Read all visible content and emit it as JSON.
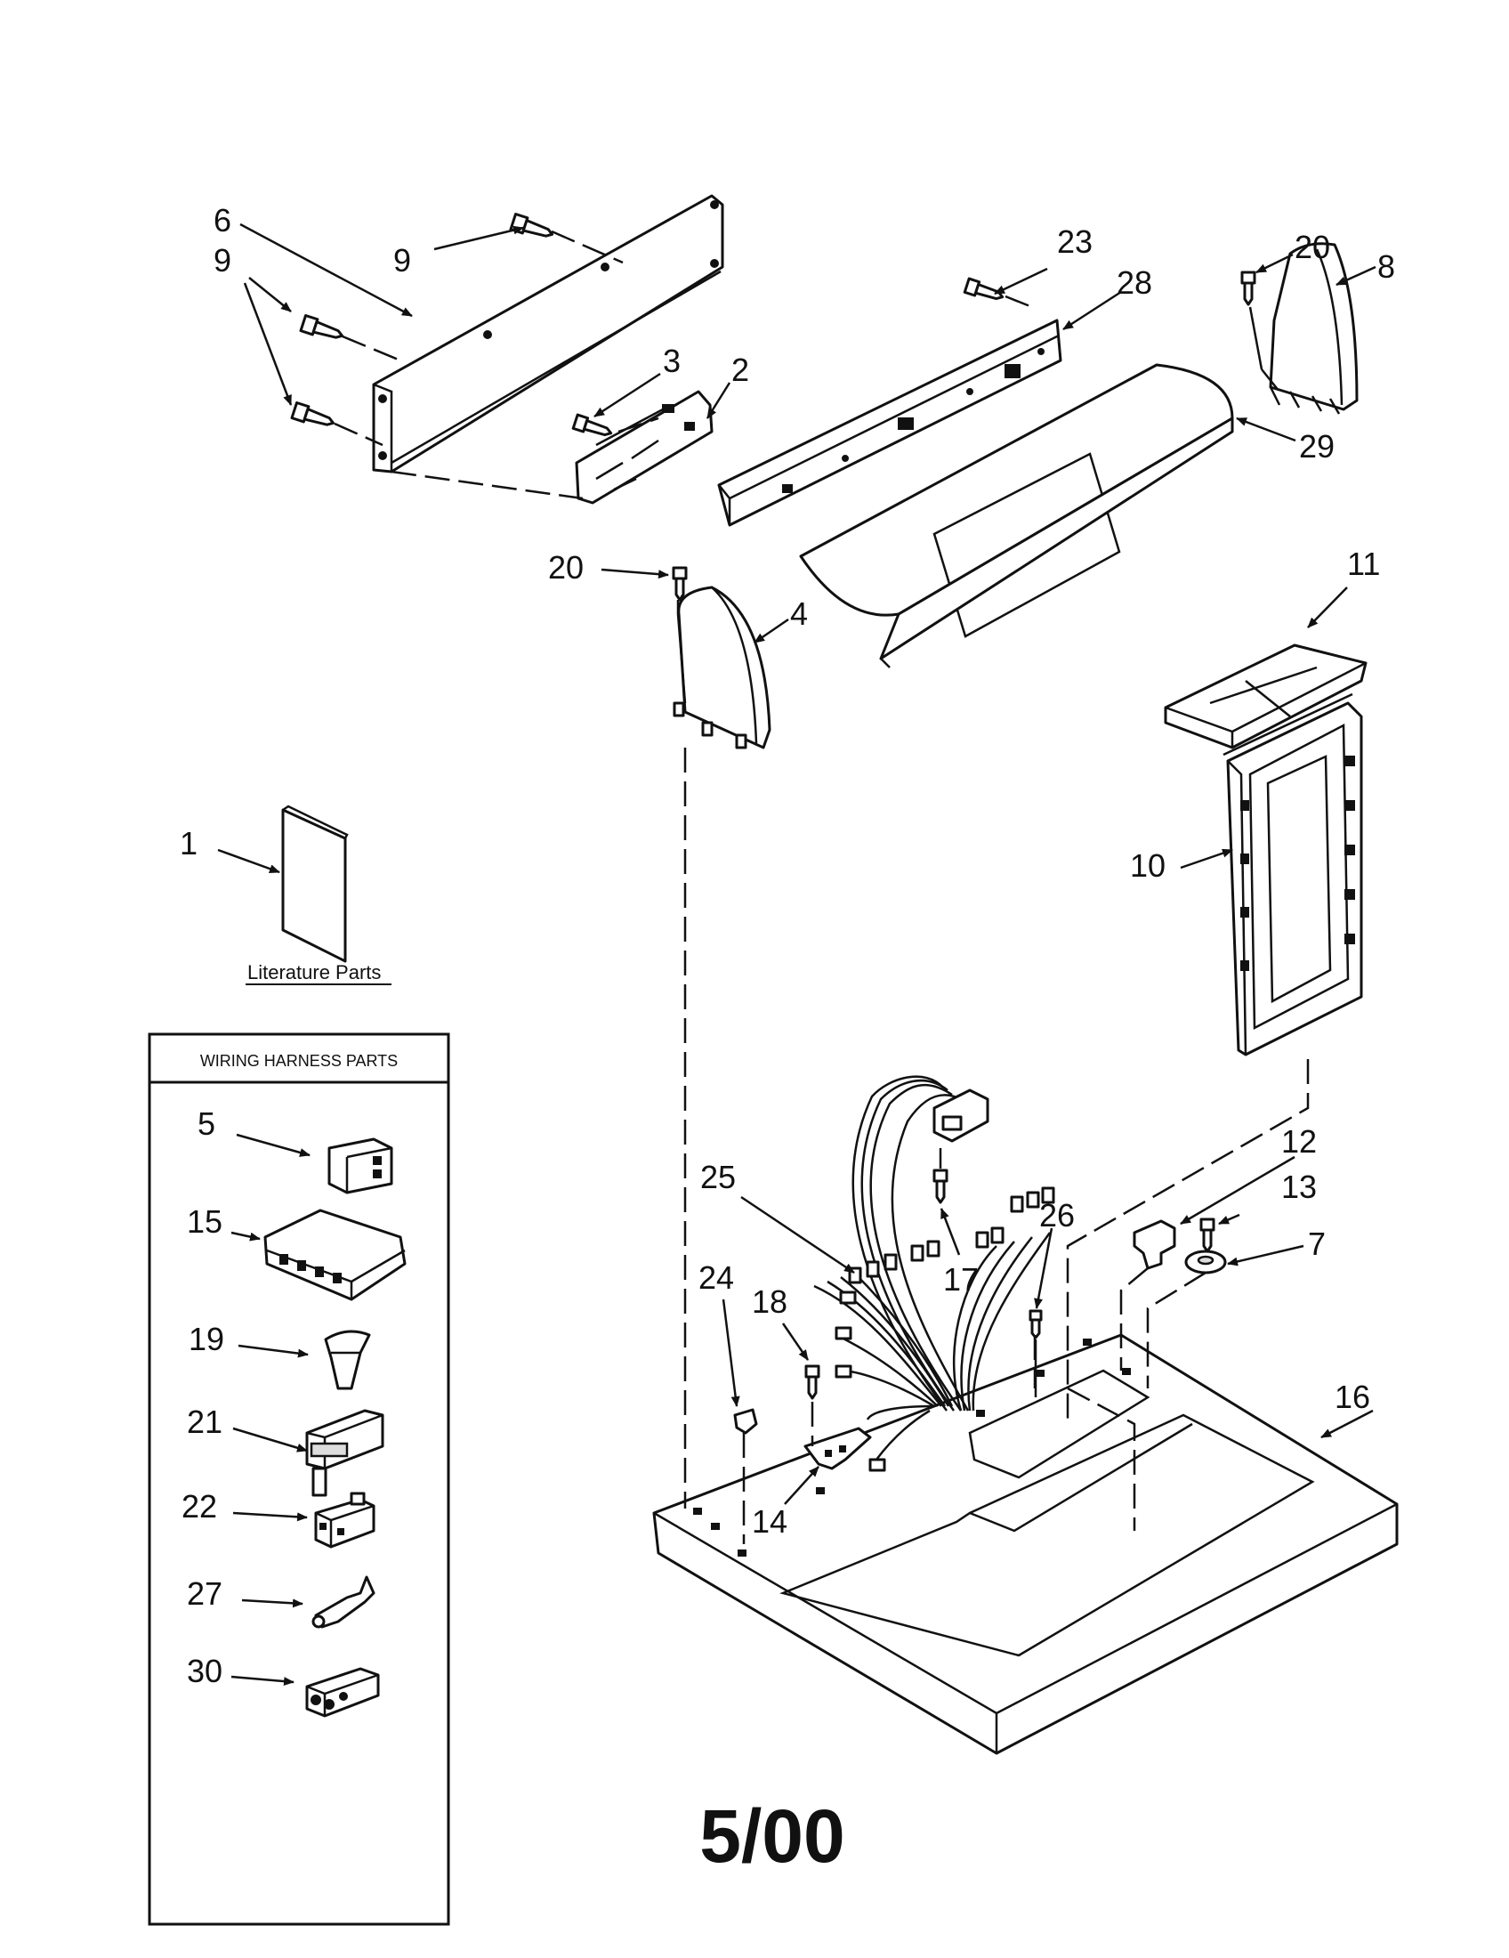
{
  "labels": {
    "l1": "1",
    "l2": "2",
    "l3": "3",
    "l4": "4",
    "l5": "5",
    "l6": "6",
    "l7": "7",
    "l8": "8",
    "l9a": "9",
    "l9b": "9",
    "l10": "10",
    "l11": "11",
    "l12": "12",
    "l13": "13",
    "l14": "14",
    "l15": "15",
    "l16": "16",
    "l17": "17",
    "l18": "18",
    "l19": "19",
    "l20a": "20",
    "l20b": "20",
    "l21": "21",
    "l22": "22",
    "l23": "23",
    "l24": "24",
    "l25": "25",
    "l26": "26",
    "l27": "27",
    "l28": "28",
    "l29": "29",
    "l30": "30"
  },
  "literature_caption": "Literature Parts",
  "wiring_box_title": "WIRING HARNESS PARTS",
  "date_code": "5/00"
}
